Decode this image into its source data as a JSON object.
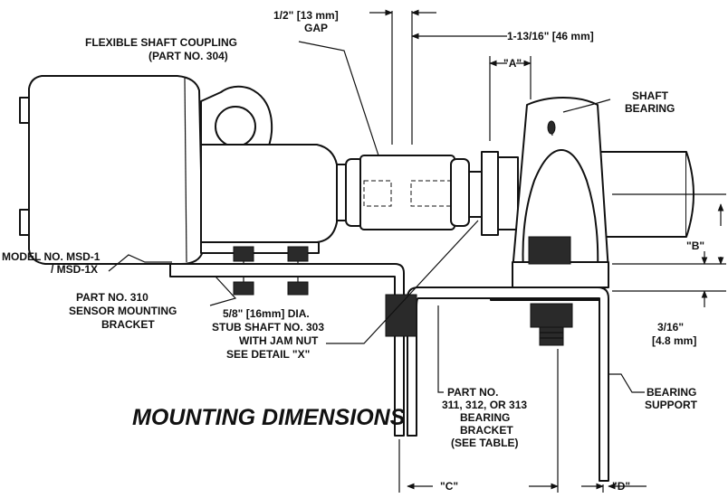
{
  "title": "MOUNTING DIMENSIONS",
  "colors": {
    "title": "#1e5fa8",
    "ink": "#111111"
  },
  "labels": {
    "gap_line1": "1/2\" [13 mm]",
    "gap_line2": "GAP",
    "dim_46_line1": "1-13/16\" [46 mm]",
    "coupling_line1": "FLEXIBLE SHAFT COUPLING",
    "coupling_line2": "(PART NO. 304)",
    "dim_a": "\"A\"",
    "shaft_bearing_line1": "SHAFT",
    "shaft_bearing_line2": "BEARING",
    "dim_b": "\"B\"",
    "model_line1": "MODEL NO. MSD-1",
    "model_line2": "/ MSD-1X",
    "part310_line1": "PART NO. 310",
    "part310_line2": "SENSOR MOUNTING",
    "part310_line3": "BRACKET",
    "stub_line1": "5/8\" [16mm] DIA.",
    "stub_line2": "STUB SHAFT NO. 303",
    "stub_line3": "WITH JAM NUT",
    "stub_line4": "SEE DETAIL \"X\"",
    "dim_316_line1": "3/16\"",
    "dim_316_line2": "[4.8 mm]",
    "part311_line1": "PART NO.",
    "part311_line2": "311, 312, OR 313",
    "part311_line3": "BEARING",
    "part311_line4": "BRACKET",
    "part311_line5": "(SEE TABLE)",
    "support_line1": "BEARING",
    "support_line2": "SUPPORT",
    "dim_c": "\"C\"",
    "dim_d": "\"D\""
  }
}
